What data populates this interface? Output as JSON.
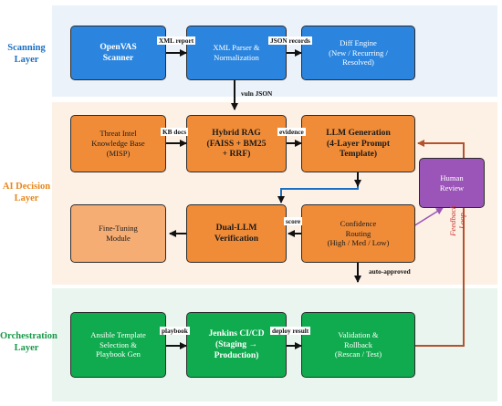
{
  "layers": {
    "scanning": "Scanning\nLayer",
    "ai_decision": "AI Decision\nLayer",
    "orchestration": "Orchestration\nLayer"
  },
  "nodes": {
    "openvas": "OpenVAS\nScanner",
    "xml_parser": "XML Parser &\nNormalization",
    "diff_engine": "Diff Engine\n(New / Recurring /\nResolved)",
    "threat_intel": "Threat Intel\nKnowledge Base\n(MISP)",
    "hybrid_rag": "Hybrid RAG\n(FAISS + BM25\n+ RRF)",
    "llm_generation": "LLM Generation\n(4-Layer Prompt\nTemplate)",
    "human_review": "Human\nReview",
    "fine_tuning": "Fine-Tuning\nModule",
    "dual_llm": "Dual-LLM\nVerification",
    "confidence_routing": "Confidence\nRouting\n(High / Med / Low)",
    "ansible": "Ansible Template\nSelection &\nPlaybook Gen",
    "jenkins": "Jenkins CI/CD\n(Staging →\nProduction)",
    "validation": "Validation &\nRollback\n(Rescan / Test)"
  },
  "edges": {
    "xml_report": "XML report",
    "json_records": "JSON records",
    "vuln_json": "vuln JSON",
    "kb_docs": "KB docs",
    "evidence": "evidence",
    "score": "score",
    "auto_approved": "auto-approved",
    "playbook": "playbook",
    "deploy_result": "deploy result",
    "feedback_loop": "Feedback\nLoop"
  },
  "colors": {
    "scanning_bg": "#ebf2fa",
    "ai_bg": "#fdf1e6",
    "orchestration_bg": "#e9f5ee",
    "scanning_label": "#1a6fc4",
    "ai_label": "#e8861a",
    "orchestration_label": "#159947",
    "feedback": "#b5522d",
    "purple_edge": "#9b55b8",
    "arrow": "#111111"
  }
}
